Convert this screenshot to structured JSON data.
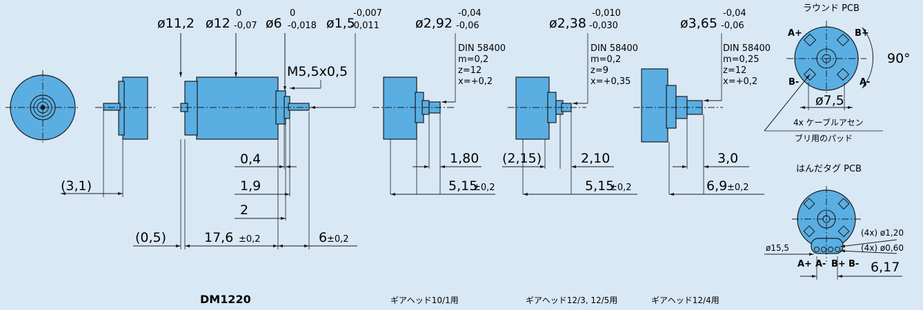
{
  "dims": {
    "d11_2": "ø11,2",
    "d12": "ø12",
    "d12_up": "0",
    "d12_lo": "-0,07",
    "d6": "ø6",
    "d6_up": "0",
    "d6_lo": "-0,018",
    "d1_5": "ø1,5",
    "d1_5_up": "-0,007",
    "d1_5_lo": "-0,011",
    "m55": "M5,5x0,5",
    "l04": "0,4",
    "l19": "1,9",
    "l2": "2",
    "l31": "(3,1)",
    "l05": "(0,5)",
    "l176": "17,6",
    "l176_tol": "±0,2",
    "l6": "6",
    "l6_tol": "±0,2"
  },
  "gearheads": [
    {
      "dia": "ø2,92",
      "dia_up": "-0,04",
      "dia_lo": "-0,06",
      "spec": [
        "DIN 58400",
        "m=0,2",
        "z=12",
        "x=+0,2"
      ],
      "len1": "1,80",
      "len1_prefix": "",
      "len2": "5,15",
      "len2_tol": "±0,2",
      "caption": "ギアヘッド10/1用"
    },
    {
      "dia": "ø2,38",
      "dia_up": "-0,010",
      "dia_lo": "-0,030",
      "spec": [
        "DIN 58400",
        "m=0,2",
        "z=9",
        "x=+0,35"
      ],
      "len1": "2,10",
      "len1_prefix": "(2,15)",
      "len2": "5,15",
      "len2_tol": "±0,2",
      "caption": "ギアヘッド12/3, 12/5用"
    },
    {
      "dia": "ø3,65",
      "dia_up": "-0,04",
      "dia_lo": "-0,06",
      "spec": [
        "DIN 58400",
        "m=0,25",
        "z=12",
        "x=+0,2"
      ],
      "len1": "3,0",
      "len1_prefix": "",
      "len2": "6,9",
      "len2_tol": "±0,2",
      "caption": "ギアヘッド12/4用"
    }
  ],
  "round_pcb": {
    "title": "ラウンド PCB",
    "a_plus": "A+",
    "b_plus": "B+",
    "a_minus": "A-",
    "b_minus": "B-",
    "angle": "90°",
    "dia": "ø7,5",
    "note_line1": "4x ケーブルアセン",
    "note_line2": "ブリ用のパッド"
  },
  "solder_pcb": {
    "title": "はんだタグ PCB",
    "hole1": "(4x) ø1,20",
    "hole2": "(4x) ø0,60",
    "dia": "ø15,5",
    "labels": [
      "A+",
      "A-",
      "B+",
      "B-"
    ],
    "width": "6,17"
  },
  "motor_caption": "DM1220",
  "colors": {
    "part": "#5aaee2",
    "background": "#d9e8f5"
  }
}
